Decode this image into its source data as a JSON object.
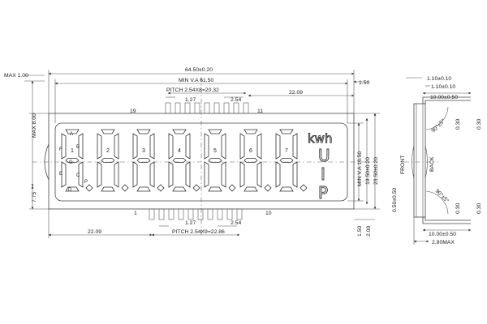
{
  "front_view": {
    "dims": {
      "overall_width": "64.50±0.20",
      "max_thickness_top": "MAX 1.00",
      "right_offset": "1.50",
      "min_va_width": "MIN V.A 61.50",
      "pitch_top": "PITCH 2.54X8=20.32",
      "pin_width_top": "1.27",
      "pin_pitch_top": "2.54",
      "right_pin_offset": "22.09",
      "left_max_height": "MAX 8.00",
      "left_height_7_75": "7.75",
      "min_va_height": "MIN V.A 16.50",
      "height_19_50": "19.50±0.20",
      "height_23_50": "23.50±0.20",
      "bottom_pin_offset_left": "22.09",
      "pitch_bottom": "PITCH 2.54X9=22.86",
      "pin_width_bottom": "1.27",
      "pin_pitch_bottom": "2.54",
      "bottom_1_50": "1.50",
      "bottom_2_00": "2.00"
    },
    "pins_top": {
      "first": "19",
      "last": "11"
    },
    "pins_bottom": {
      "first": "1",
      "last": "10"
    },
    "digits": [
      "1",
      "2",
      "3",
      "4",
      "5",
      "6",
      "7"
    ],
    "segment_labels": {
      "a": "A",
      "b": "B",
      "c": "C",
      "d": "D",
      "e": "E",
      "f": "F",
      "g": "G",
      "p": "P"
    },
    "annunciators": {
      "kwh": "kwh",
      "u": "U",
      "i": "I",
      "p": "P"
    }
  },
  "side_view": {
    "dims": {
      "top_1": "1.10±0.10",
      "top_2": "1.10±0.10",
      "width": "10.00±0.50",
      "bottom_width": "10.00±0.50",
      "right_top": "0.30",
      "right_bottom": "0.30",
      "angle_top": "90°±5°",
      "angle_bottom": "90°±5°",
      "left_small": "0.50±0.50",
      "max_width": "2.80MAX"
    },
    "labels": {
      "front": "FRONT",
      "back": "BACK"
    }
  }
}
